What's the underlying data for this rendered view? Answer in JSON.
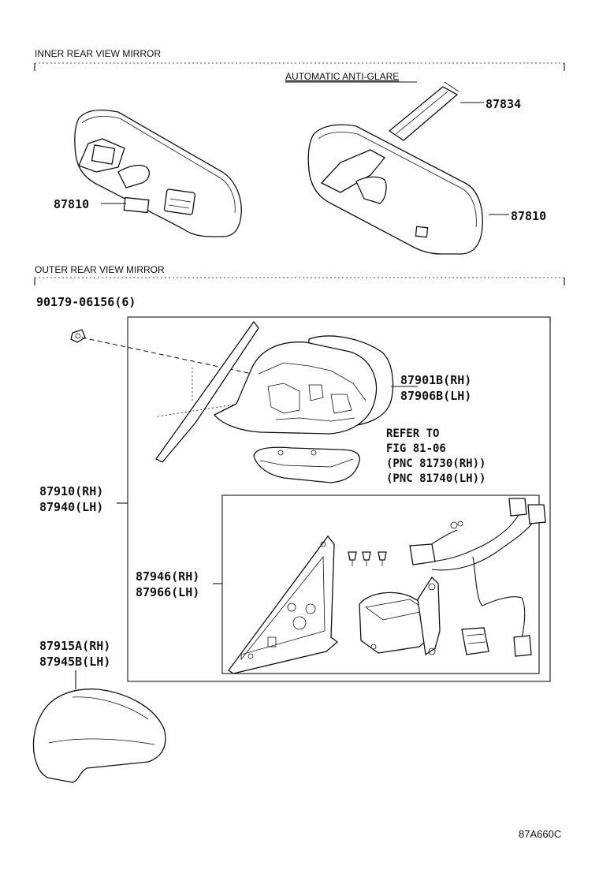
{
  "sections": {
    "inner": "INNER REAR VIEW MIRROR",
    "outer": "OUTER REAR VIEW MIRROR"
  },
  "subheadings": {
    "auto_anti_glare": "AUTOMATIC ANTI-GLARE"
  },
  "parts": {
    "p87834": "87834",
    "p87810_left": "87810",
    "p87810_right": "87810",
    "p90179": "90179-06156(6)",
    "p87901b": "87901B(RH)",
    "p87906b": "87906B(LH)",
    "refer_1": "REFER TO",
    "refer_2": "FIG 81-06",
    "refer_3": "(PNC 81730(RH))",
    "refer_4": "(PNC 81740(LH))",
    "p87910": "87910(RH)",
    "p87940": "87940(LH)",
    "p87946": "87946(RH)",
    "p87966": "87966(LH)",
    "p87915a": "87915A(RH)",
    "p87945b": "87945B(LH)"
  },
  "figure_code": "87A660C"
}
